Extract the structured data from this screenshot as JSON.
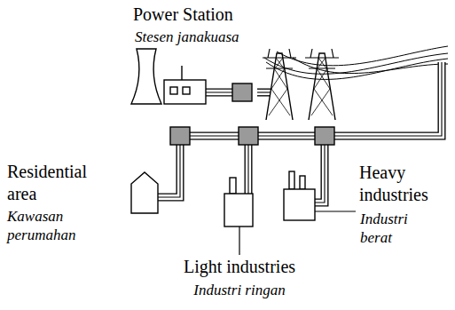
{
  "diagram": {
    "labels": [
      "Power Station",
      "Stesen janakuasa",
      "Residential area",
      "Kawasan perumahan",
      "Light industries",
      "Industri ringan",
      "Heavy industries",
      "Industri berat"
    ]
  }
}
